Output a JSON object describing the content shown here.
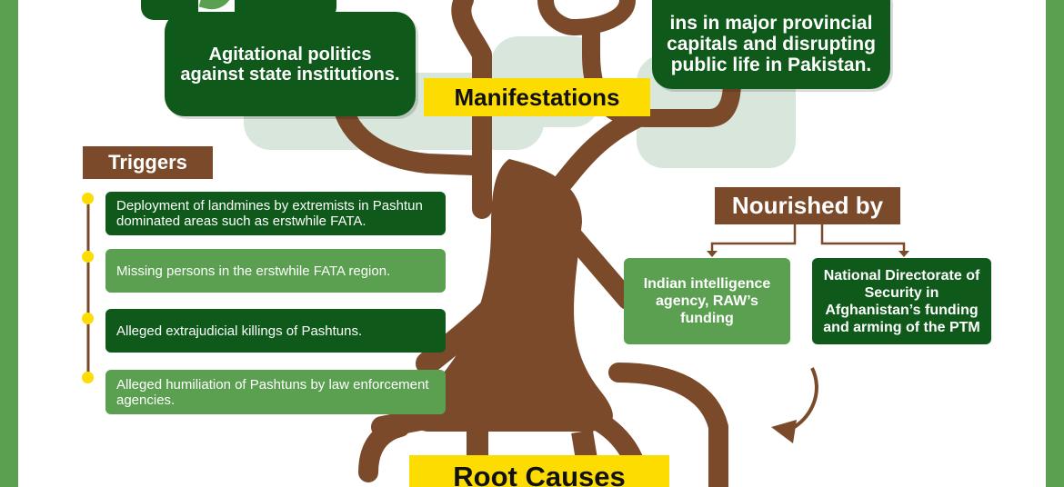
{
  "manifestations": {
    "title": "Manifestations",
    "left_text": "Agitational politics against state institutions.",
    "right_text": "ins in major provincial capitals and disrupting public life in Pakistan."
  },
  "triggers": {
    "title": "Triggers",
    "items": [
      "Deployment of landmines by extremists in Pashtun dominated areas such as erstwhile FATA.",
      "Missing persons in the erstwhile FATA region.",
      "Alleged extrajudicial killings of Pashtuns.",
      "Alleged humiliation of Pashtuns by law enforcement agencies."
    ]
  },
  "nourished": {
    "title": "Nourished by",
    "left": "Indian intelligence agency, RAW’s funding",
    "right": "National Directorate of Security in Afghanistan’s funding and arming of the PTM"
  },
  "root": {
    "title": "Root Causes"
  },
  "colors": {
    "dark_green": "#0f5a1a",
    "light_green": "#5aa050",
    "brown": "#7b4a2a",
    "yellow": "#fddc02",
    "canopy": "#d8e6dc"
  }
}
